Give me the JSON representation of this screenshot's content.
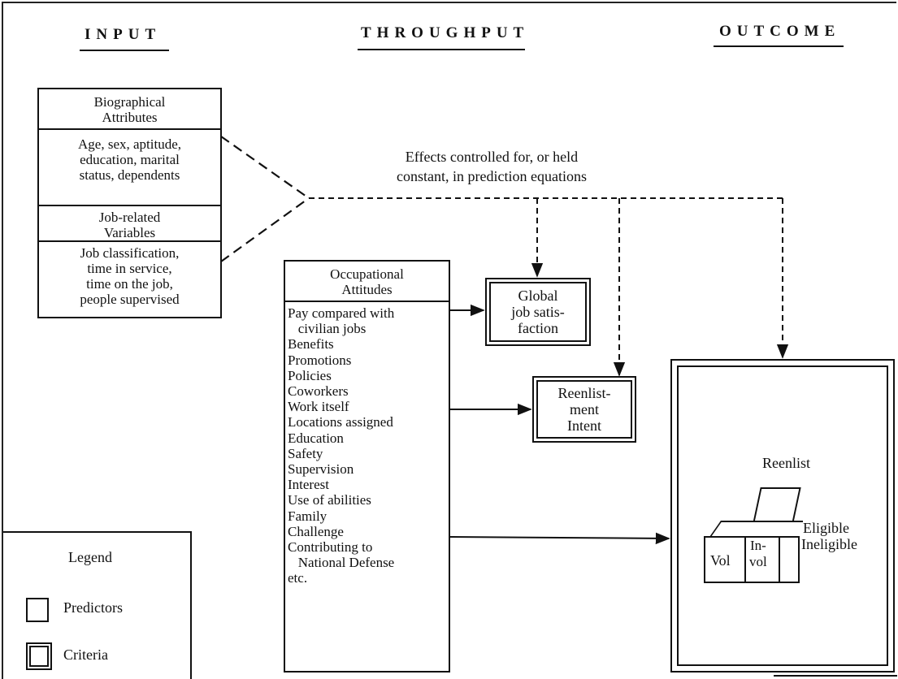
{
  "headers": {
    "input": "INPUT",
    "throughput": "THROUGHPUT",
    "outcome": "OUTCOME"
  },
  "biographical": {
    "title": "Biographical\nAttributes",
    "body": "Age, sex, aptitude,\neducation, marital\nstatus, dependents"
  },
  "job_related": {
    "title": "Job-related\nVariables",
    "body": "Job classification,\ntime in service,\ntime on the job,\npeople supervised"
  },
  "controlled_note": "Effects controlled for, or held\nconstant, in prediction equations",
  "occupational": {
    "title": "Occupational\nAttitudes",
    "items": [
      "Pay compared with",
      "   civilian jobs",
      "Benefits",
      "Promotions",
      "Policies",
      "Coworkers",
      "Work itself",
      "Locations assigned",
      "Education",
      "Safety",
      "Supervision",
      "Interest",
      "Use of abilities",
      "Family",
      "Challenge",
      "Contributing to",
      "   National Defense",
      "etc."
    ]
  },
  "global_satisfaction": "Global\njob satis-\nfaction",
  "reenlistment_intent": "Reenlist-\nment\nIntent",
  "outcome_box": {
    "reenlist": "Reenlist",
    "vol": "Vol",
    "invol": "In-\nvol",
    "eligible": "Eligible",
    "ineligible": "Ineligible"
  },
  "legend": {
    "title": "Legend",
    "predictors": "Predictors",
    "criteria": "Criteria"
  }
}
